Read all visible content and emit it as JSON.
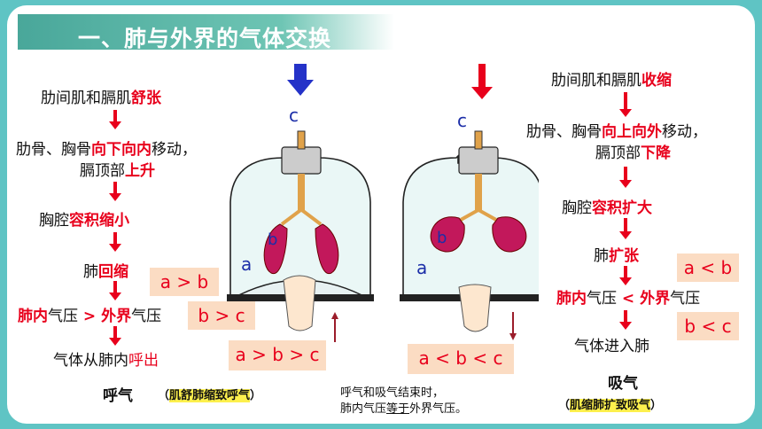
{
  "title": "一、肺与外界的气体交换",
  "left": {
    "s1a": "肋间肌和膈肌",
    "s1b": "舒张",
    "s2a": "肋骨、胸骨",
    "s2b": "向下向内",
    "s2c": "移动，",
    "s3a": "膈顶部",
    "s3b": "上升",
    "s4a": "胸腔",
    "s4b": "容积缩小",
    "s5a": "肺",
    "s5b": "回缩",
    "s6a": "肺内",
    "s6b": "气压",
    "s6c": " > ",
    "s6d": "外界",
    "s6e": "气压",
    "s7a": "气体从肺内",
    "s7b": "呼出",
    "label": "呼气",
    "note_open": "（",
    "note": "肌舒肺缩致呼气",
    "note_close": "）"
  },
  "right": {
    "s1a": "肋间肌和膈肌",
    "s1b": "收缩",
    "s2a": "肋骨、胸骨",
    "s2b": "向上向外",
    "s2c": "移动，",
    "s3a": "膈顶部",
    "s3b": "下降",
    "s4a": "胸腔",
    "s4b": "容积扩大",
    "s5a": "肺",
    "s5b": "扩张",
    "s6a": "肺内",
    "s6b": "气压",
    "s6c": " < ",
    "s6d": "外界",
    "s6e": "气压",
    "s7": "气体进入肺",
    "label": "吸气",
    "note_open": "（",
    "note": "肌缩肺扩致吸气",
    "note_close": "）"
  },
  "boxes": {
    "l1": "a > b",
    "l2": "b > c",
    "l3": "a > b > c",
    "r1": "a < b",
    "r2": "b < c",
    "r3": "a < b < c"
  },
  "diagram": {
    "c": "c",
    "b": "b",
    "a": "a"
  },
  "center_note": {
    "line1": "呼气和吸气结束时，",
    "line2a": "肺内气压",
    "line2b": "等于",
    "line2c": "外界气压。"
  },
  "colors": {
    "accent": "#e8001c",
    "title_bg": "#49a79a",
    "frame": "#5fc4c4",
    "box": "#fbdcc3",
    "highlight": "#fdf04d",
    "lung": "#c2185b",
    "arrow_up": "#2432c8"
  }
}
